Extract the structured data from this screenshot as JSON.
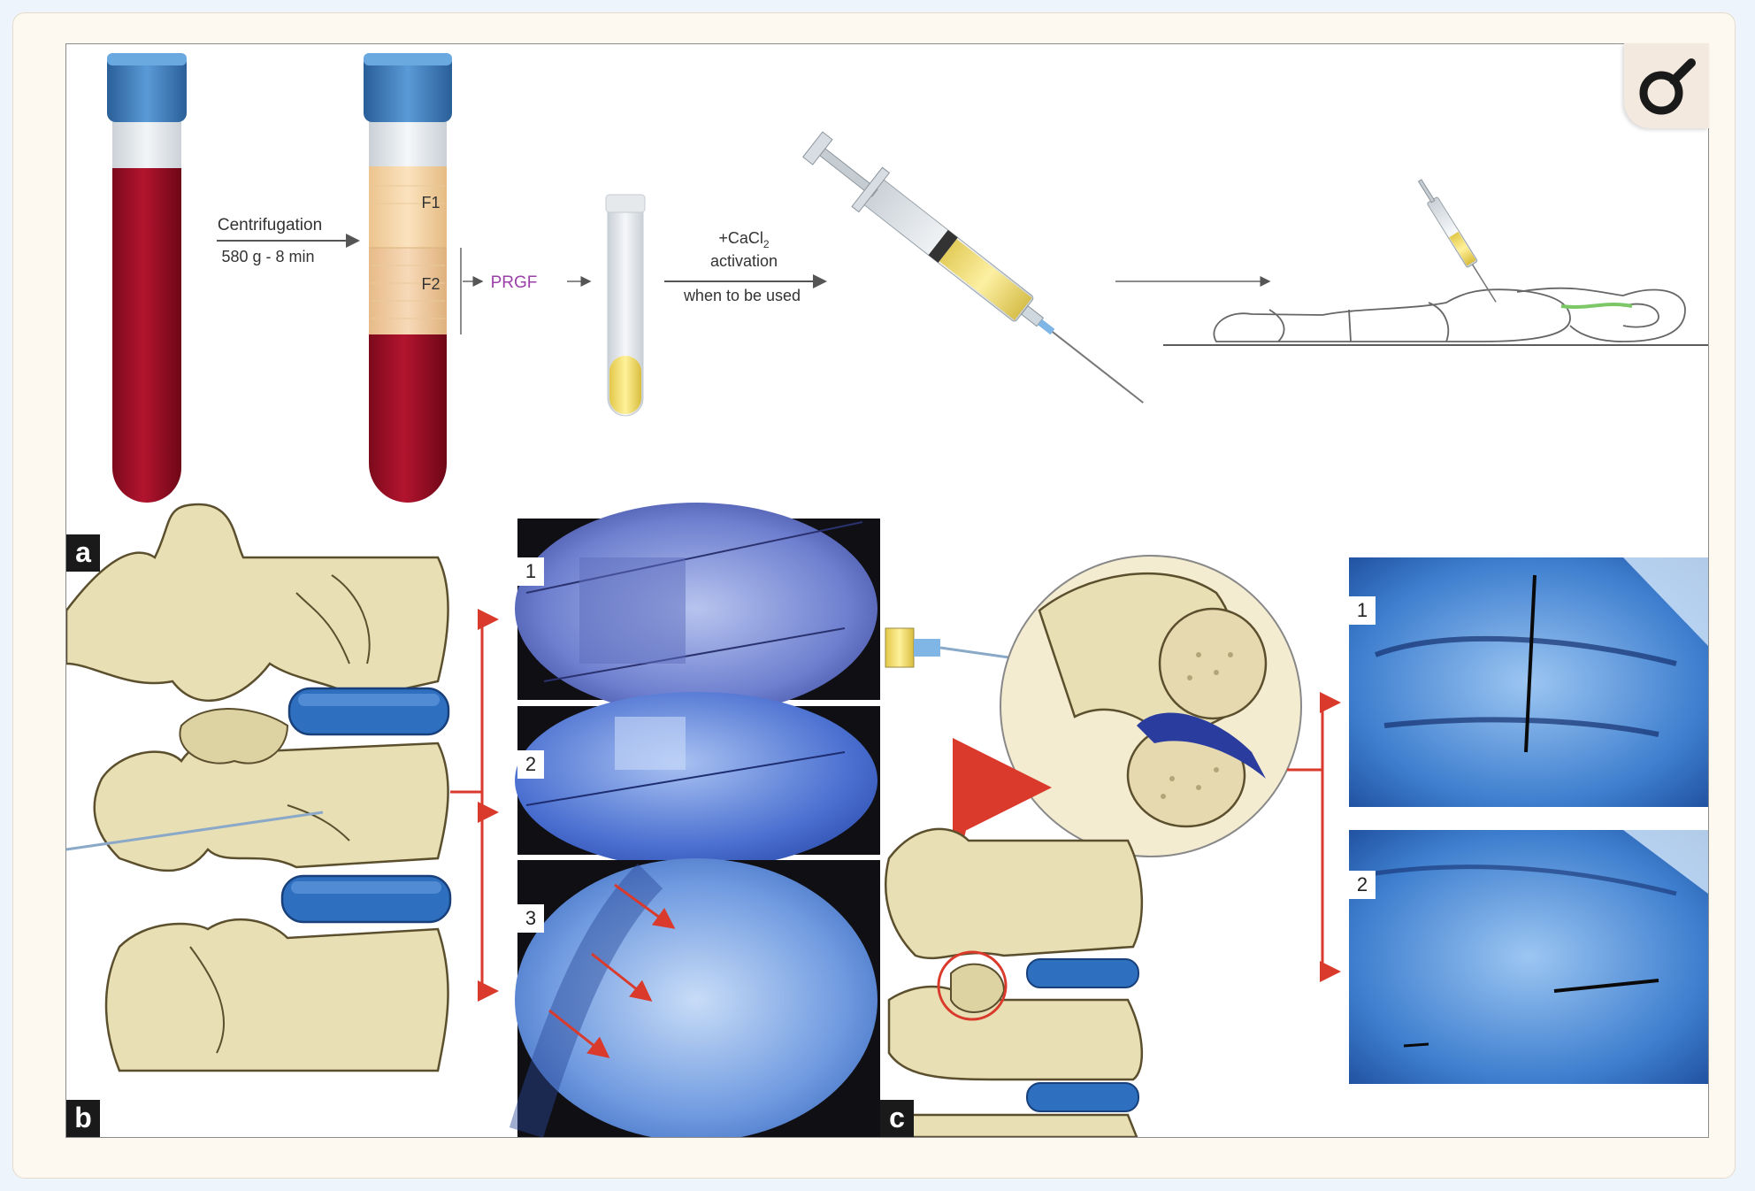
{
  "figure": {
    "step_labels": {
      "centrifugation": "Centrifugation",
      "centrifugation_params": "580 g - 8 min",
      "fraction1": "F1",
      "fraction2": "F2",
      "prgf": "PRGF",
      "activation_agent": "+CaCl",
      "activation_agent_sub": "2",
      "activation": "activation",
      "when_used": "when to be used"
    },
    "panels": [
      {
        "id": "a",
        "label": "a"
      },
      {
        "id": "b",
        "label": "b"
      },
      {
        "id": "c",
        "label": "c"
      }
    ],
    "panel_b_insets": [
      "1",
      "2",
      "3"
    ],
    "panel_c_insets": [
      "1",
      "2"
    ]
  },
  "colors": {
    "blood": "#a8112a",
    "cap": "#3f7fbf",
    "plasma": "#f5d6a8",
    "prgf_text": "#9b3fa9",
    "bone": "#e8dfb4",
    "disc": "#2f6fc0",
    "arrow_red": "#d93a2b",
    "xray": "#3a5fbf"
  },
  "icons": {
    "zoom": "magnifier-icon"
  }
}
